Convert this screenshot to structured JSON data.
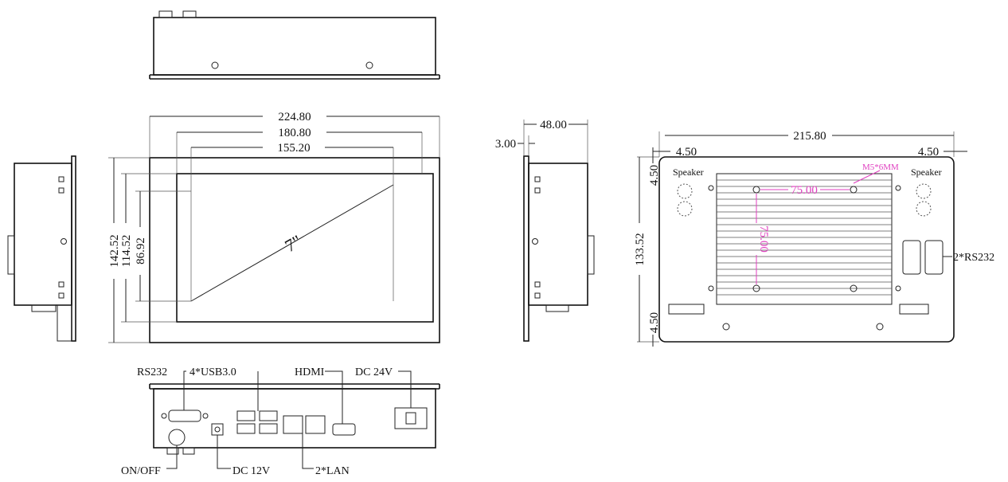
{
  "front_view": {
    "width_outer": "224.80",
    "width_mid": "180.80",
    "width_active": "155.20",
    "height_outer": "142.52",
    "height_mid": "114.52",
    "height_active": "86.92",
    "diagonal": "7\""
  },
  "side_view": {
    "depth": "48.00",
    "bezel": "3.00"
  },
  "rear_view": {
    "width": "215.80",
    "margin_left": "4.50",
    "margin_right": "4.50",
    "height": "133.52",
    "margin_top": "4.50",
    "margin_bottom": "4.50",
    "vesa_h": "75.00",
    "vesa_v": "75.00",
    "screw_spec": "M5*6MM",
    "speaker_left": "Speaker",
    "speaker_right": "Speaker",
    "serial_ports": "2*RS232"
  },
  "io_view": {
    "rs232": "RS232",
    "usb": "4*USB3.0",
    "hdmi": "HDMI",
    "dc24": "DC 24V",
    "onoff": "ON/OFF",
    "dc12": "DC 12V",
    "lan": "2*LAN"
  },
  "colors": {
    "line": "#222222",
    "dimension_magenta": "#e040c0"
  }
}
